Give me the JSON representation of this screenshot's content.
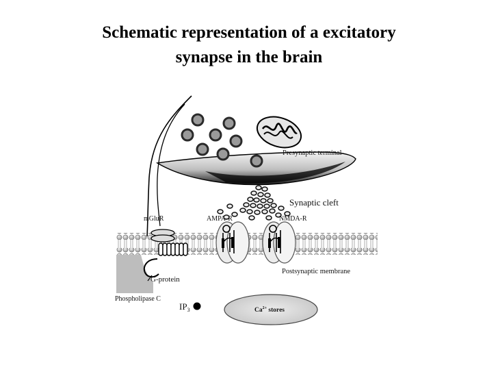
{
  "title": {
    "line1": "Schematic representation of a excitatory",
    "line2": "synapse in the brain"
  },
  "labels": {
    "presynaptic": "Presynaptic terminal",
    "cleft": "Synaptic cleft",
    "mglur": "mGluR",
    "ampa": "AMPA-R",
    "nmda": "NMDA-R",
    "postsynaptic": "Postsynaptic membrane",
    "gprotein": "G-protein",
    "plc": "Phospholipase C",
    "ip3_main": "IP",
    "ip3_sub": "3",
    "ca_main": "Ca",
    "ca_sup": "2+",
    "ca_rest": " stores"
  },
  "colors": {
    "membrane_head": "#c8c8c8",
    "vesicle_ring": "#3a3a3a",
    "terminal_dark": "#1e1e1e",
    "store_fill": "#dcdcdc"
  }
}
